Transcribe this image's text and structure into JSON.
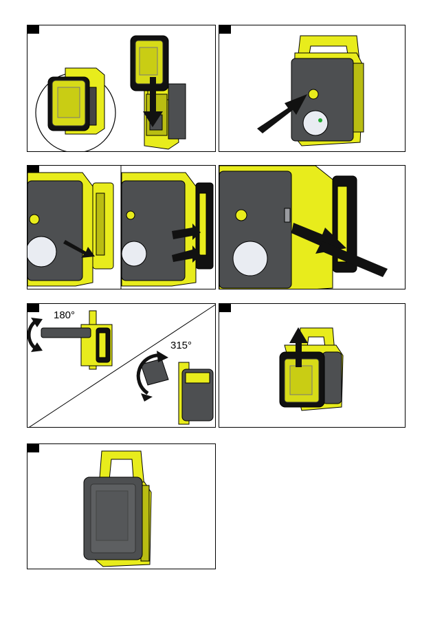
{
  "colors": {
    "body_yellow": "#e8ec1c",
    "yellow_shade": "#b9bd12",
    "dark_gray": "#4d4f51",
    "mid_gray": "#6d6f71",
    "black": "#111111",
    "lens": "#e9ecf2",
    "led_green": "#22aa33"
  },
  "panels": [
    {
      "step_icon": "battery-insert-illustration"
    },
    {
      "step_icon": "power-button-press-illustration"
    },
    {
      "step_icon": "side-clip-illustration"
    },
    {
      "step_icon": "side-switch-illustration"
    },
    {
      "step_icon": "head-rotation-illustration"
    },
    {
      "step_icon": "battery-remove-illustration"
    },
    {
      "step_icon": "device-assembled-illustration"
    }
  ],
  "rotation_labels": {
    "angle_a": "180°",
    "angle_b": "315°"
  }
}
